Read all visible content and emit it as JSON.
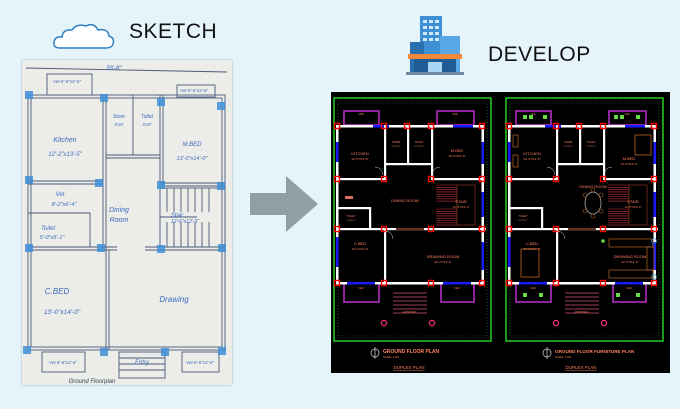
{
  "headings": {
    "sketch": "SKETCH",
    "develop": "DEVELOP"
  },
  "icons": {
    "sketch": "cloud-icon",
    "develop": "building-icon",
    "arrow": "arrow-right-icon"
  },
  "colors": {
    "background": "#e4f4fa",
    "arrow": "#8f9fa6",
    "cad_wall": "#ffffff",
    "cad_window": "#1a1aff",
    "cad_column": "#ff0000",
    "cad_border": "#22cc22",
    "cad_veranda": "#b030c0",
    "cad_text": "#ff8060",
    "ink": "#2a5fb8"
  },
  "sketch": {
    "dimension": "33'-8\"",
    "rooms": {
      "vet_top_left": "Vet 8'-6\"x3'-6\"",
      "vet_top_right": "Vet 8'-6\"x3'-6\"",
      "store": "Store",
      "store_size": "5'x9'",
      "toilet": "Toilet",
      "toilet_size": "5'x9'",
      "kitchen": "Kitchen",
      "kitchen_size": "12'-2\"x13'-5\"",
      "mbed": "M.BED",
      "mbed_size": "13'-0\"x14'-0\"",
      "vet_mid": "Vet",
      "vet_mid_size": "8'-2\"x6'-4\"",
      "dining": "Dining",
      "dining2": "Room",
      "toilet2": "Toilet",
      "toilet2_size": "5'-0\"x5'-1\"",
      "stair": "Stair",
      "stair_size": "12'-6\"x12'-3\"",
      "cbed": "C.BED",
      "cbed_size": "13'-0\"x14'-0\"",
      "drawing": "Drawing",
      "vet_bot_left": "Vet 8'-6\"x3'-6\"",
      "entry": "Entry",
      "vet_bot_right": "Vet 8'-6\"x3'-6\""
    },
    "caption": "Ground Floorplan"
  },
  "cad": {
    "panels": [
      {
        "furniture": false,
        "title": "GROUND FLOOR PLAN",
        "scale": "SCALE: 1:100",
        "subtitle": "DUPLEX PLAN"
      },
      {
        "furniture": true,
        "title": "GROUND FLOOR FURNITURE PLAN",
        "scale": "SCALE: 1:100",
        "subtitle": "DUPLEX PLAN"
      }
    ],
    "rooms": {
      "kitchen": "KITCHEN",
      "kitchen_size": "12'-2\"X13'-5\"",
      "store": "STORE",
      "store_size": "5'-0\"X9'-0\"",
      "toilet": "TOILET",
      "toilet_size": "5'-0\"X9'-0\"",
      "mbed": "M.BED",
      "mbed_size": "13'-0\"X14'-0\"",
      "dining": "DINING ROOM",
      "stair": "STAIR",
      "stair_size": "12'-6\"X12'-3\"",
      "toilet2": "TOILET",
      "toilet2_size": "5'-0\"X5'-1\"",
      "cbed": "C.BED",
      "cbed_size": "13'-0\"X14'-0\"",
      "drawing": "DRAWING ROOM",
      "drawing_size": "22'-2\"X14'-0\"",
      "ver": "VER",
      "entry": "ENTRYWAY"
    }
  }
}
